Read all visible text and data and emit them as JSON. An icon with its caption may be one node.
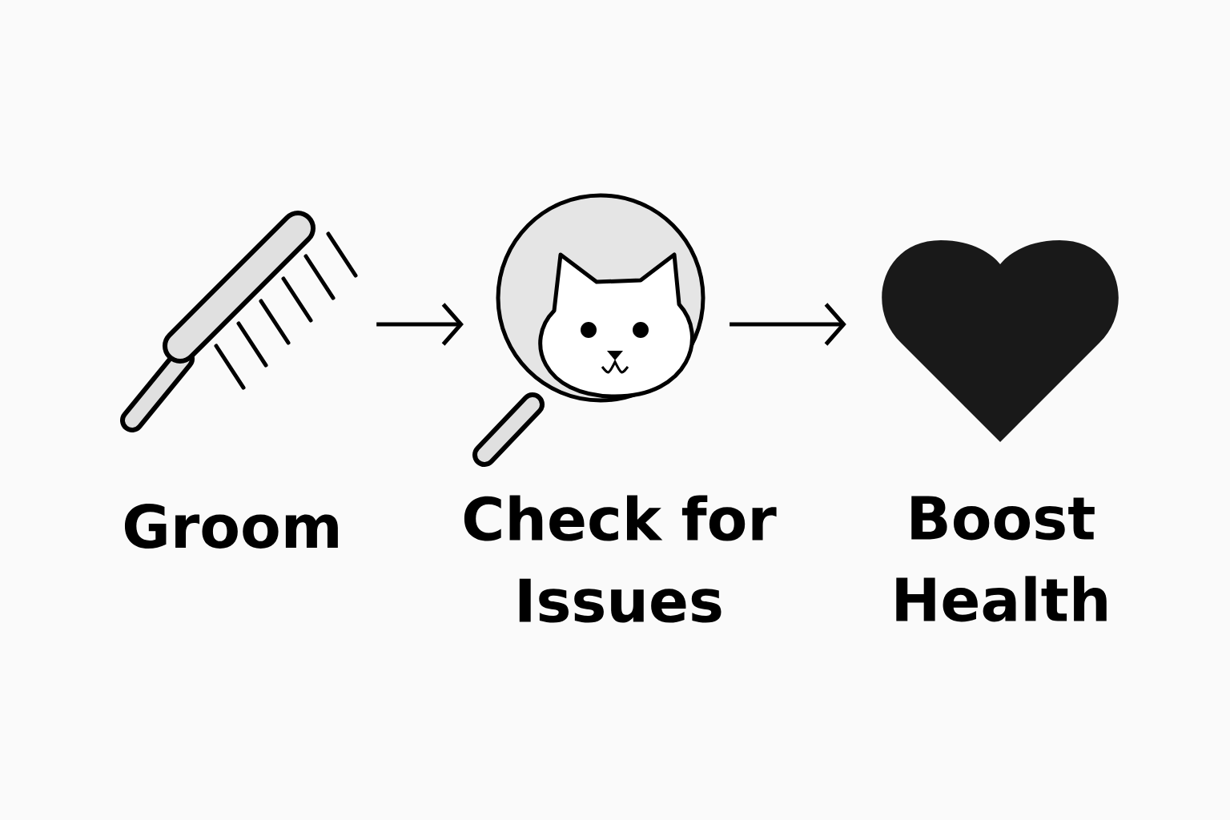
{
  "diagram": {
    "nodes": [
      {
        "text": [
          "Groom"
        ]
      },
      {
        "text": [
          "Check for Issues"
        ]
      },
      {
        "text": [
          "Boost Health"
        ]
      }
    ],
    "edges": [
      {
        "from": 0,
        "to": 1,
        "arrow": "to"
      },
      {
        "from": 1,
        "to": 2,
        "arrow": "to"
      }
    ]
  }
}
